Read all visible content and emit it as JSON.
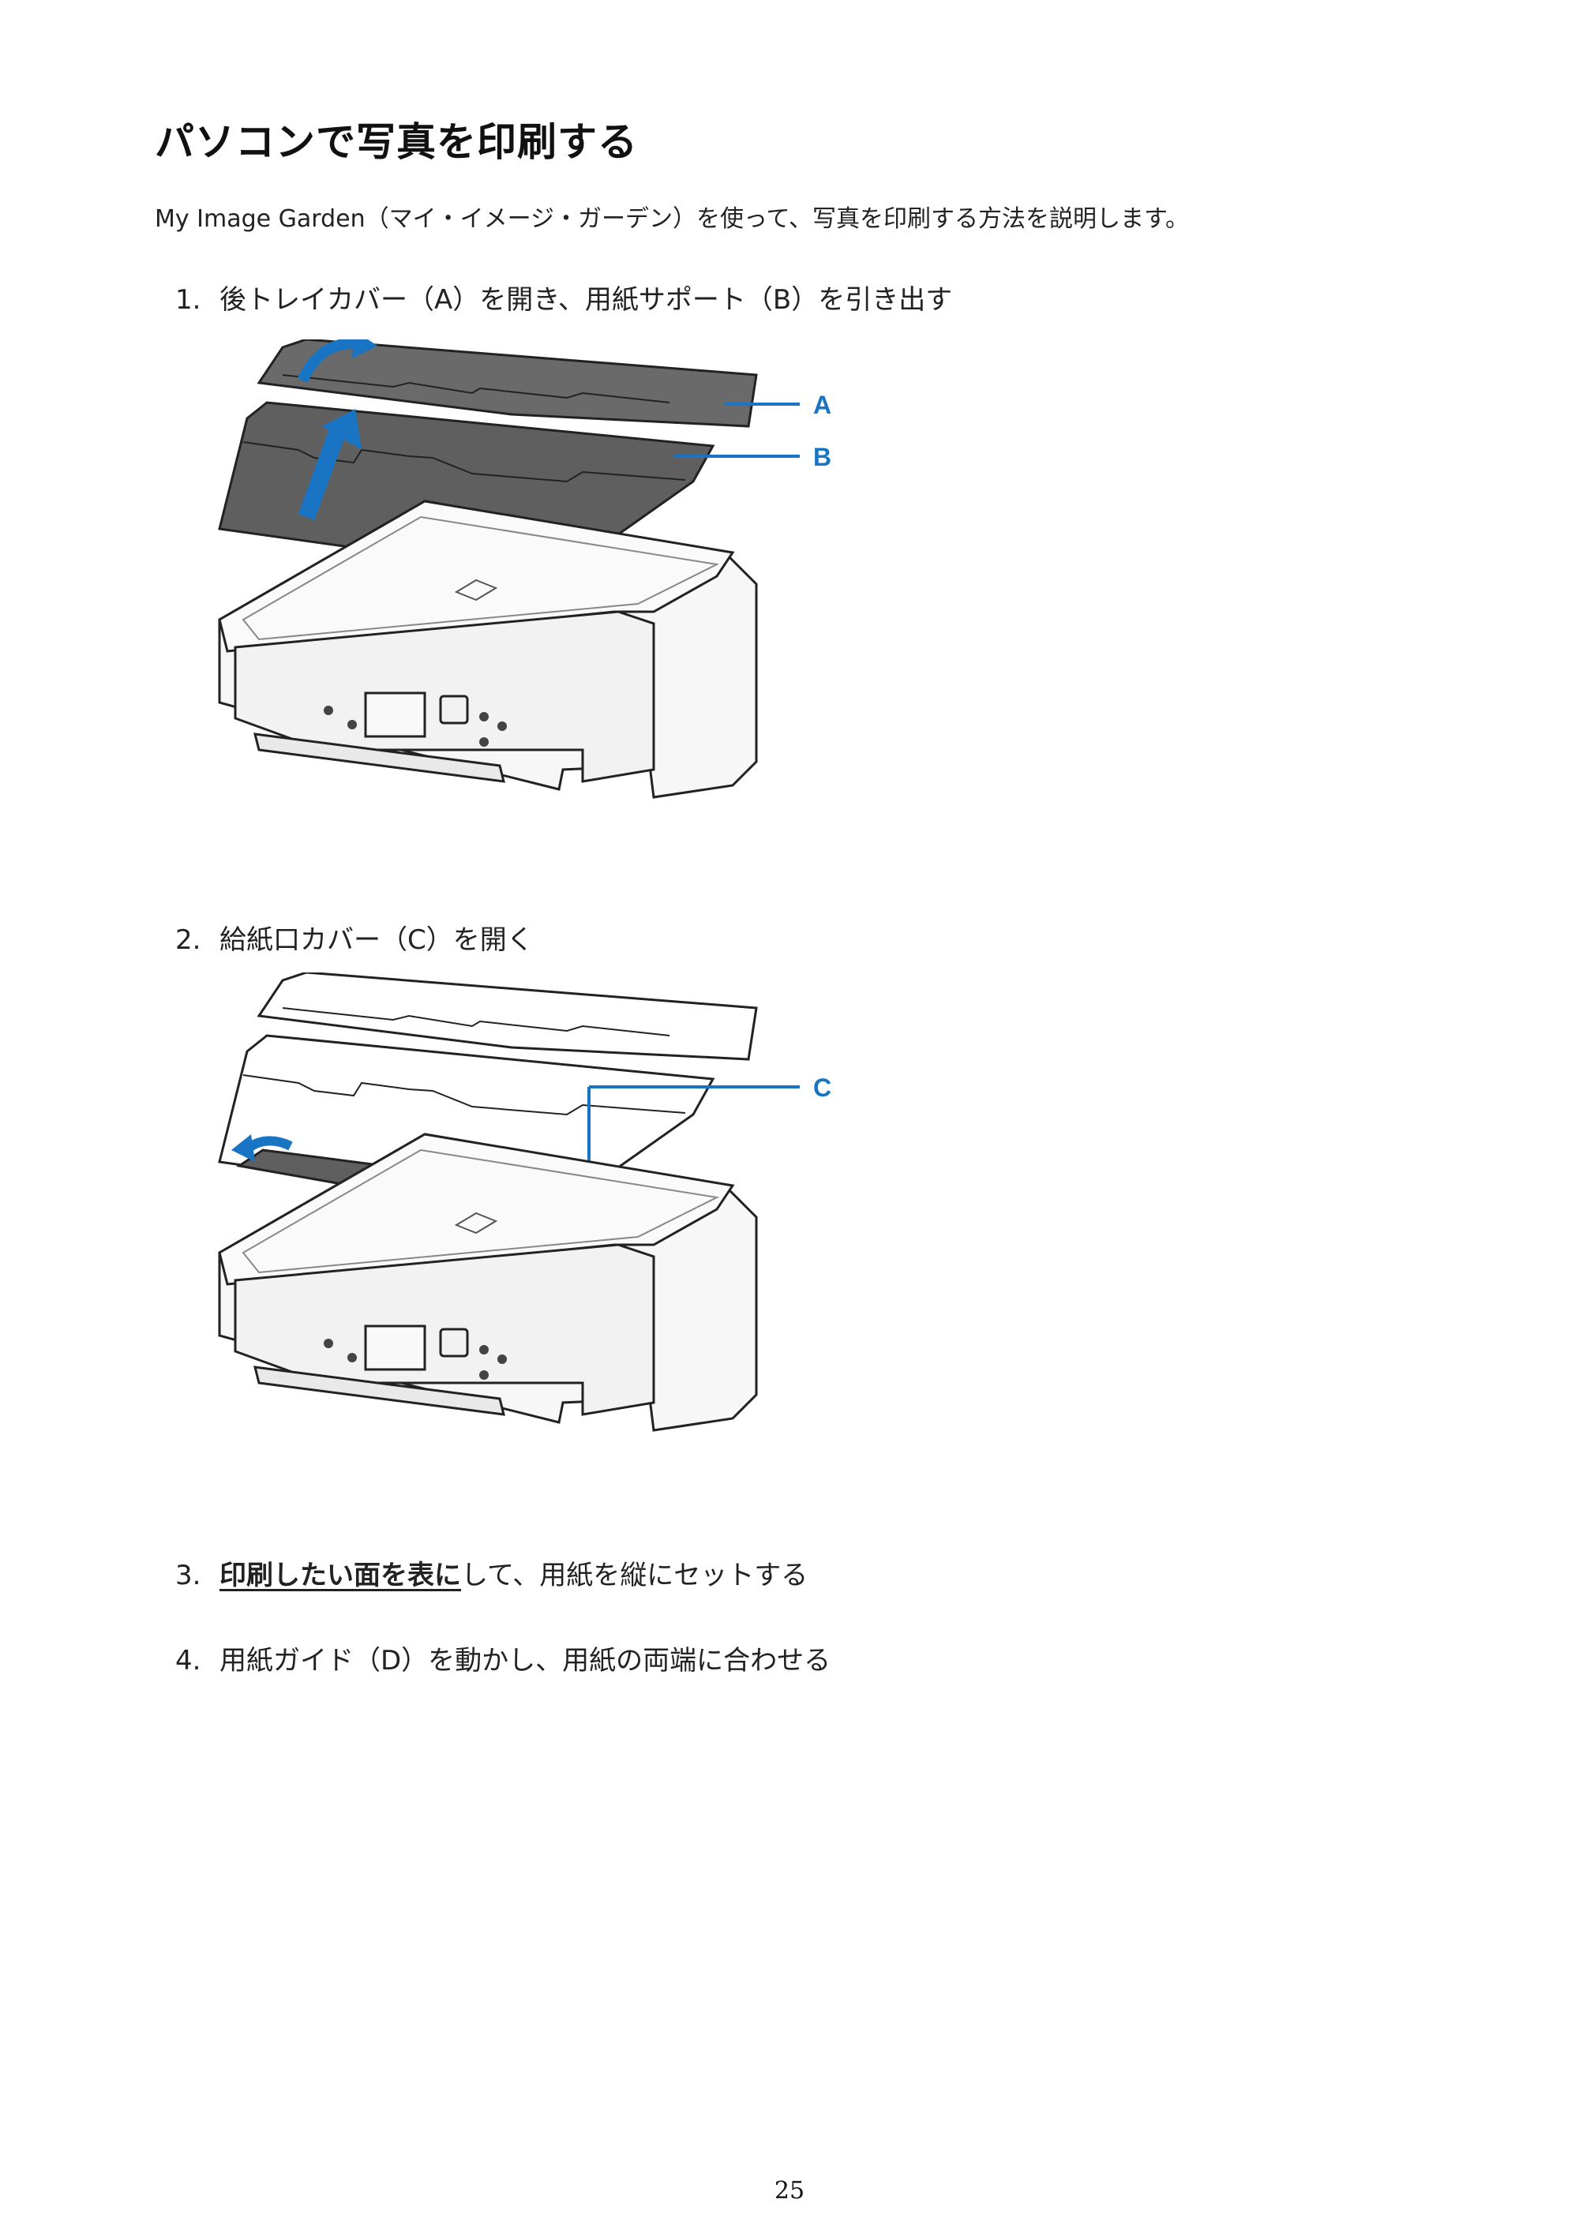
{
  "page": {
    "title": "パソコンで写真を印刷する",
    "intro": "My Image Garden（マイ・イメージ・ガーデン）を使って、写真を印刷する方法を説明します。",
    "page_number": "25"
  },
  "steps": [
    {
      "num": "1.",
      "text": "後トレイカバー（A）を開き、用紙サポート（B）を引き出す"
    },
    {
      "num": "2.",
      "text": "給紙口カバー（C）を開く"
    },
    {
      "num": "3.",
      "emphasis": "印刷したい面を表に",
      "text_rest": "して、用紙を縦にセットする"
    },
    {
      "num": "4.",
      "text": "用紙ガイド（D）を動かし、用紙の両端に合わせる"
    }
  ],
  "figures": {
    "fig1": {
      "label_a": "A",
      "label_b": "B"
    },
    "fig2": {
      "label_c": "C"
    }
  },
  "colors": {
    "accent": "#1a74c4",
    "printer_fill": "#f7f7f7",
    "tray_fill": "#5f5f5f"
  }
}
